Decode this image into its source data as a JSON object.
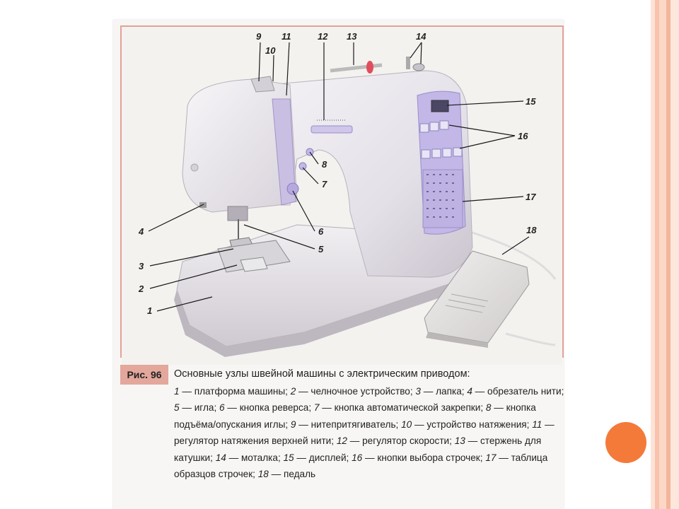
{
  "figure": {
    "label": "Рис. 96",
    "title": "Основные узлы швейной машины с электрическим приводом:",
    "legend": [
      {
        "num": "1",
        "text": "платформа машины;"
      },
      {
        "num": "2",
        "text": "челночное устройство;"
      },
      {
        "num": "3",
        "text": "лапка;"
      },
      {
        "num": "4",
        "text": "обрезатель нити;"
      },
      {
        "num": "5",
        "text": "игла;"
      },
      {
        "num": "6",
        "text": "кнопка реверса;"
      },
      {
        "num": "7",
        "text": "кнопка автоматической закрепки;"
      },
      {
        "num": "8",
        "text": "кнопка подъёма/опускания иглы;"
      },
      {
        "num": "9",
        "text": "нитепритягиватель;"
      },
      {
        "num": "10",
        "text": "устройство натяжения;"
      },
      {
        "num": "11",
        "text": "регулятор натяжения верхней нити;"
      },
      {
        "num": "12",
        "text": "регулятор скорости;"
      },
      {
        "num": "13",
        "text": "стержень для катушки;"
      },
      {
        "num": "14",
        "text": "моталка;"
      },
      {
        "num": "15",
        "text": "дисплей;"
      },
      {
        "num": "16",
        "text": "кнопки выбора строчек;"
      },
      {
        "num": "17",
        "text": "таблица образцов строчек;"
      },
      {
        "num": "18",
        "text": "педаль"
      }
    ]
  },
  "callouts": [
    "1",
    "2",
    "3",
    "4",
    "5",
    "6",
    "7",
    "8",
    "9",
    "10",
    "11",
    "12",
    "13",
    "14",
    "15",
    "16",
    "17",
    "18"
  ],
  "colors": {
    "stripe_light": "#fbd9c8",
    "stripe_mid": "#f5bfa8",
    "accent_orange": "#f47a3a",
    "fig_label_bg": "#e3a79c",
    "machine_body": "#ece9ee",
    "panel_purple": "#b9aee0"
  }
}
